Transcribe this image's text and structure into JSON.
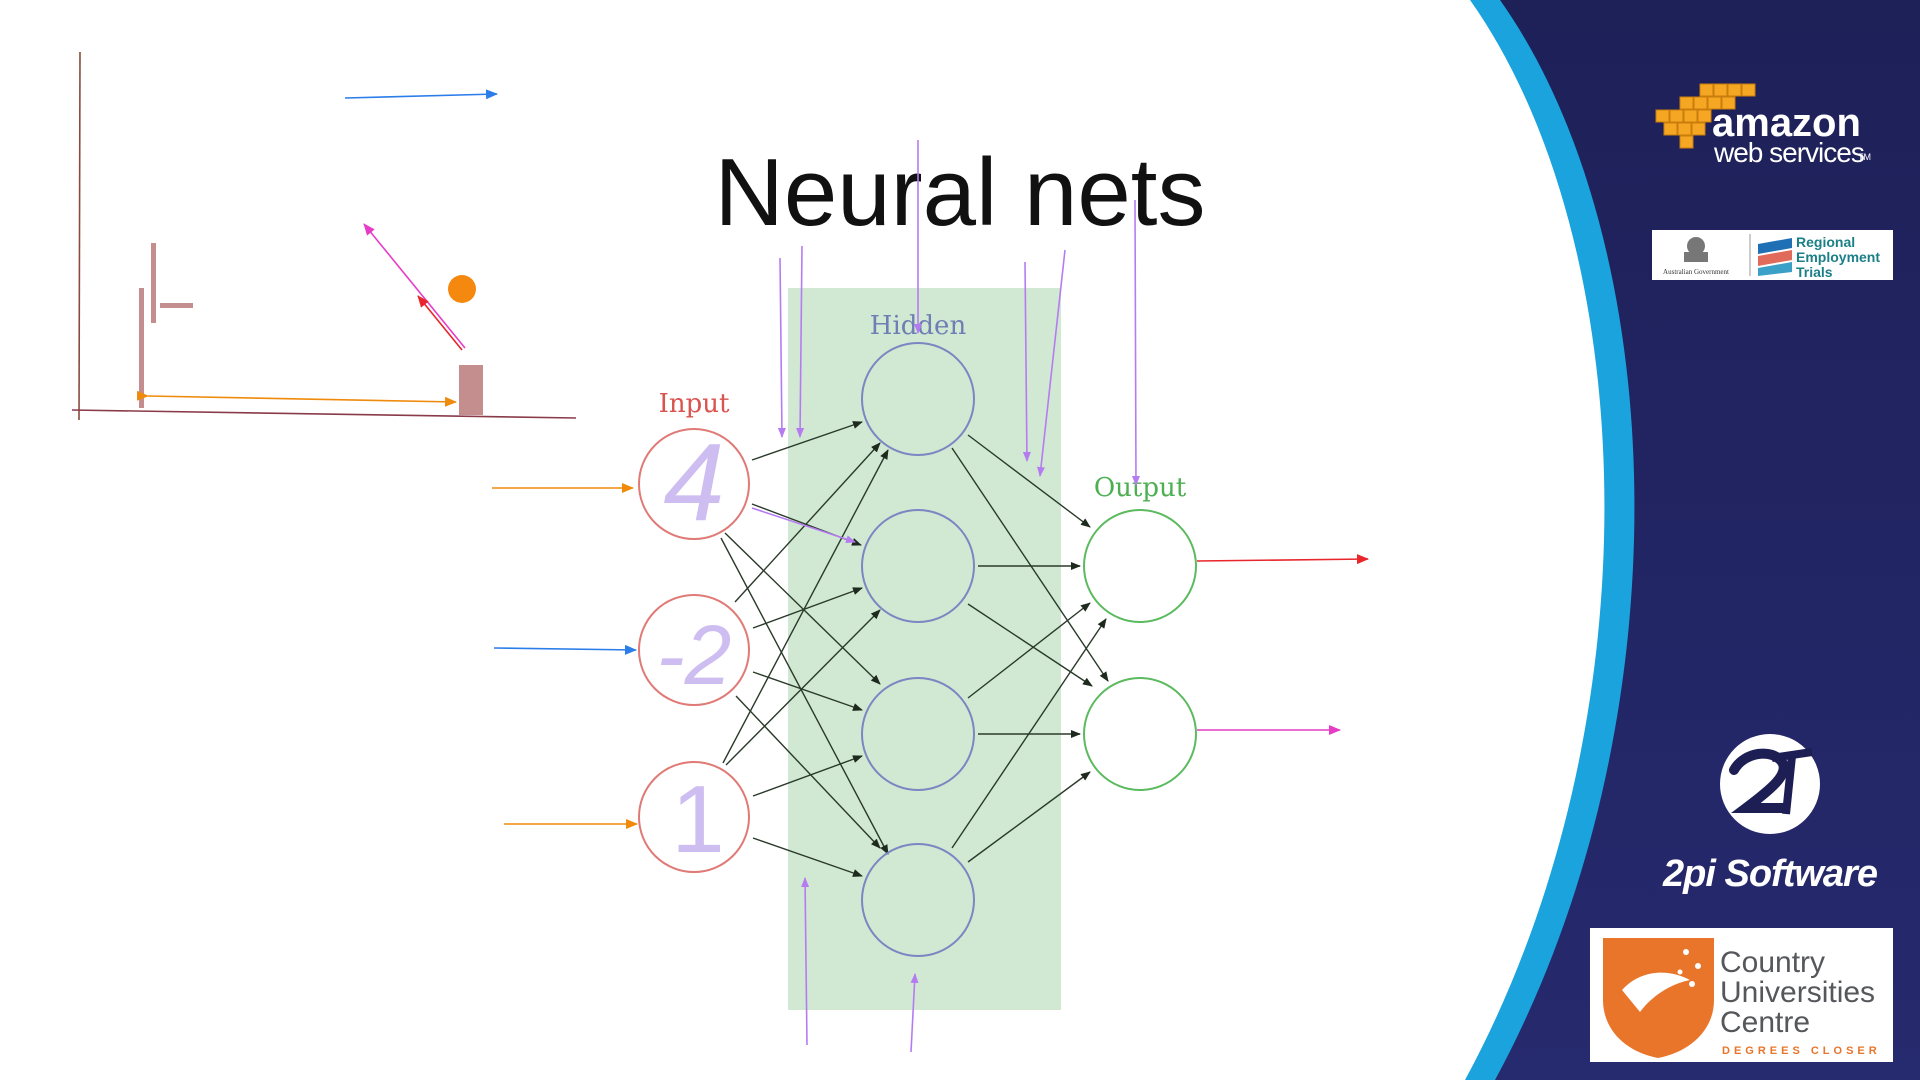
{
  "slide": {
    "title": "Neural nets"
  },
  "diagram": {
    "layers": {
      "input_label": "Input",
      "hidden_label": "Hidden",
      "output_label": "Output"
    },
    "inputs": [
      {
        "value": "4"
      },
      {
        "value": "-2"
      },
      {
        "value": "1"
      }
    ],
    "colors": {
      "input": "#d9534f",
      "hidden": "#6f7fb6",
      "output": "#4caf50",
      "hidden_band": "#d1e8d2",
      "annotation": "#b57cf2"
    }
  },
  "sidebar": {
    "aws": {
      "line1": "amazon",
      "line2": "web services",
      "tm": "TM"
    },
    "ret": {
      "gov": "Australian Government",
      "line1": "Regional",
      "line2": "Employment",
      "line3": "Trials"
    },
    "twopi": {
      "name": "2pi Software"
    },
    "cuc": {
      "line1": "Country",
      "line2": "Universities",
      "line3": "Centre",
      "tagline": "DEGREES CLOSER"
    },
    "colors": {
      "navy": "#1d1e54",
      "accent": "#1aa3dc",
      "aws_orange": "#f5a623"
    }
  }
}
